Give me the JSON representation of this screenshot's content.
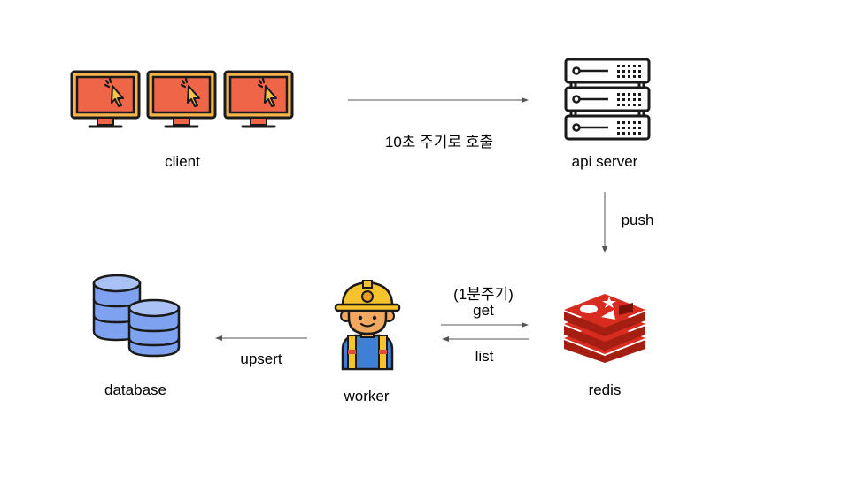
{
  "diagram": {
    "nodes": {
      "client": {
        "label": "client",
        "icon": "monitor-cursor-icon",
        "count": 3
      },
      "api_server": {
        "label": "api server",
        "icon": "server-rack-icon"
      },
      "redis": {
        "label": "redis",
        "icon": "redis-logo-icon"
      },
      "worker": {
        "label": "worker",
        "icon": "worker-hardhat-icon"
      },
      "database": {
        "label": "database",
        "icon": "database-icon"
      }
    },
    "edges": {
      "client_to_api": {
        "label": "10초 주기로 호출",
        "from": "client",
        "to": "api server"
      },
      "api_to_redis": {
        "label": "push",
        "from": "api server",
        "to": "redis"
      },
      "worker_redis_period": {
        "label": "(1분주기)"
      },
      "worker_to_redis": {
        "label": "get",
        "from": "worker",
        "to": "redis"
      },
      "redis_to_worker": {
        "label": "list",
        "from": "redis",
        "to": "worker"
      },
      "worker_to_db": {
        "label": "upsert",
        "from": "worker",
        "to": "database"
      }
    },
    "colors": {
      "monitor_screen": "#ee6548",
      "monitor_frame": "#f6b44a",
      "redis_red": "#d82c20",
      "db_blue": "#7ea2ef",
      "helmet_yellow": "#f6c22e",
      "arrow": "#555555"
    }
  }
}
